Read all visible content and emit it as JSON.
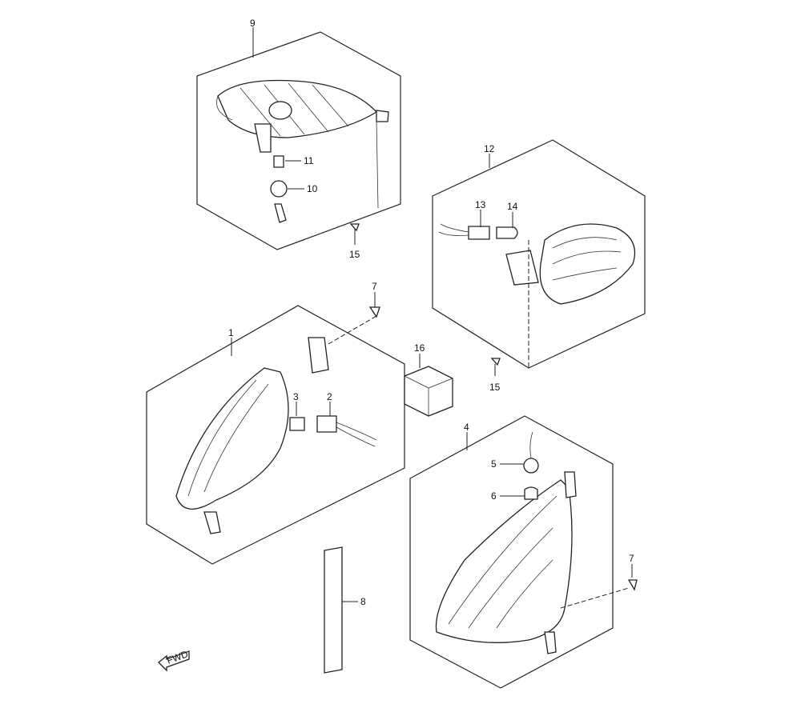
{
  "diagram": {
    "callouts": [
      {
        "id": "9",
        "label": "9"
      },
      {
        "id": "11",
        "label": "11"
      },
      {
        "id": "10",
        "label": "10"
      },
      {
        "id": "15a",
        "label": "15"
      },
      {
        "id": "12",
        "label": "12"
      },
      {
        "id": "13",
        "label": "13"
      },
      {
        "id": "14",
        "label": "14"
      },
      {
        "id": "15b",
        "label": "15"
      },
      {
        "id": "7a",
        "label": "7"
      },
      {
        "id": "1",
        "label": "1"
      },
      {
        "id": "3",
        "label": "3"
      },
      {
        "id": "2",
        "label": "2"
      },
      {
        "id": "16",
        "label": "16"
      },
      {
        "id": "4",
        "label": "4"
      },
      {
        "id": "5",
        "label": "5"
      },
      {
        "id": "6",
        "label": "6"
      },
      {
        "id": "7b",
        "label": "7"
      },
      {
        "id": "8",
        "label": "8"
      }
    ],
    "fwd_label": "FWD"
  }
}
